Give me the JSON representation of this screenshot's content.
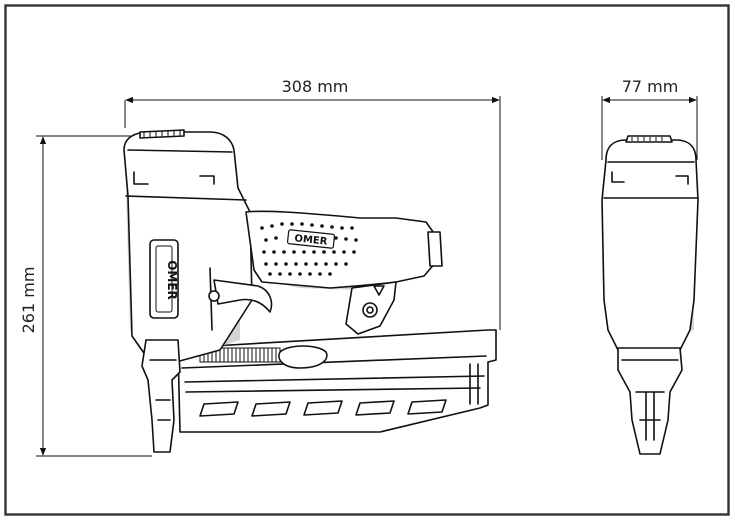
{
  "dimensions": {
    "length": "308 mm",
    "width": "77 mm",
    "height": "261 mm"
  },
  "branding": {
    "logo_text": "OMER"
  },
  "colors": {
    "outline": "#111111",
    "shade": "#d4d4d4",
    "background": "#ffffff",
    "border": "#333333"
  }
}
